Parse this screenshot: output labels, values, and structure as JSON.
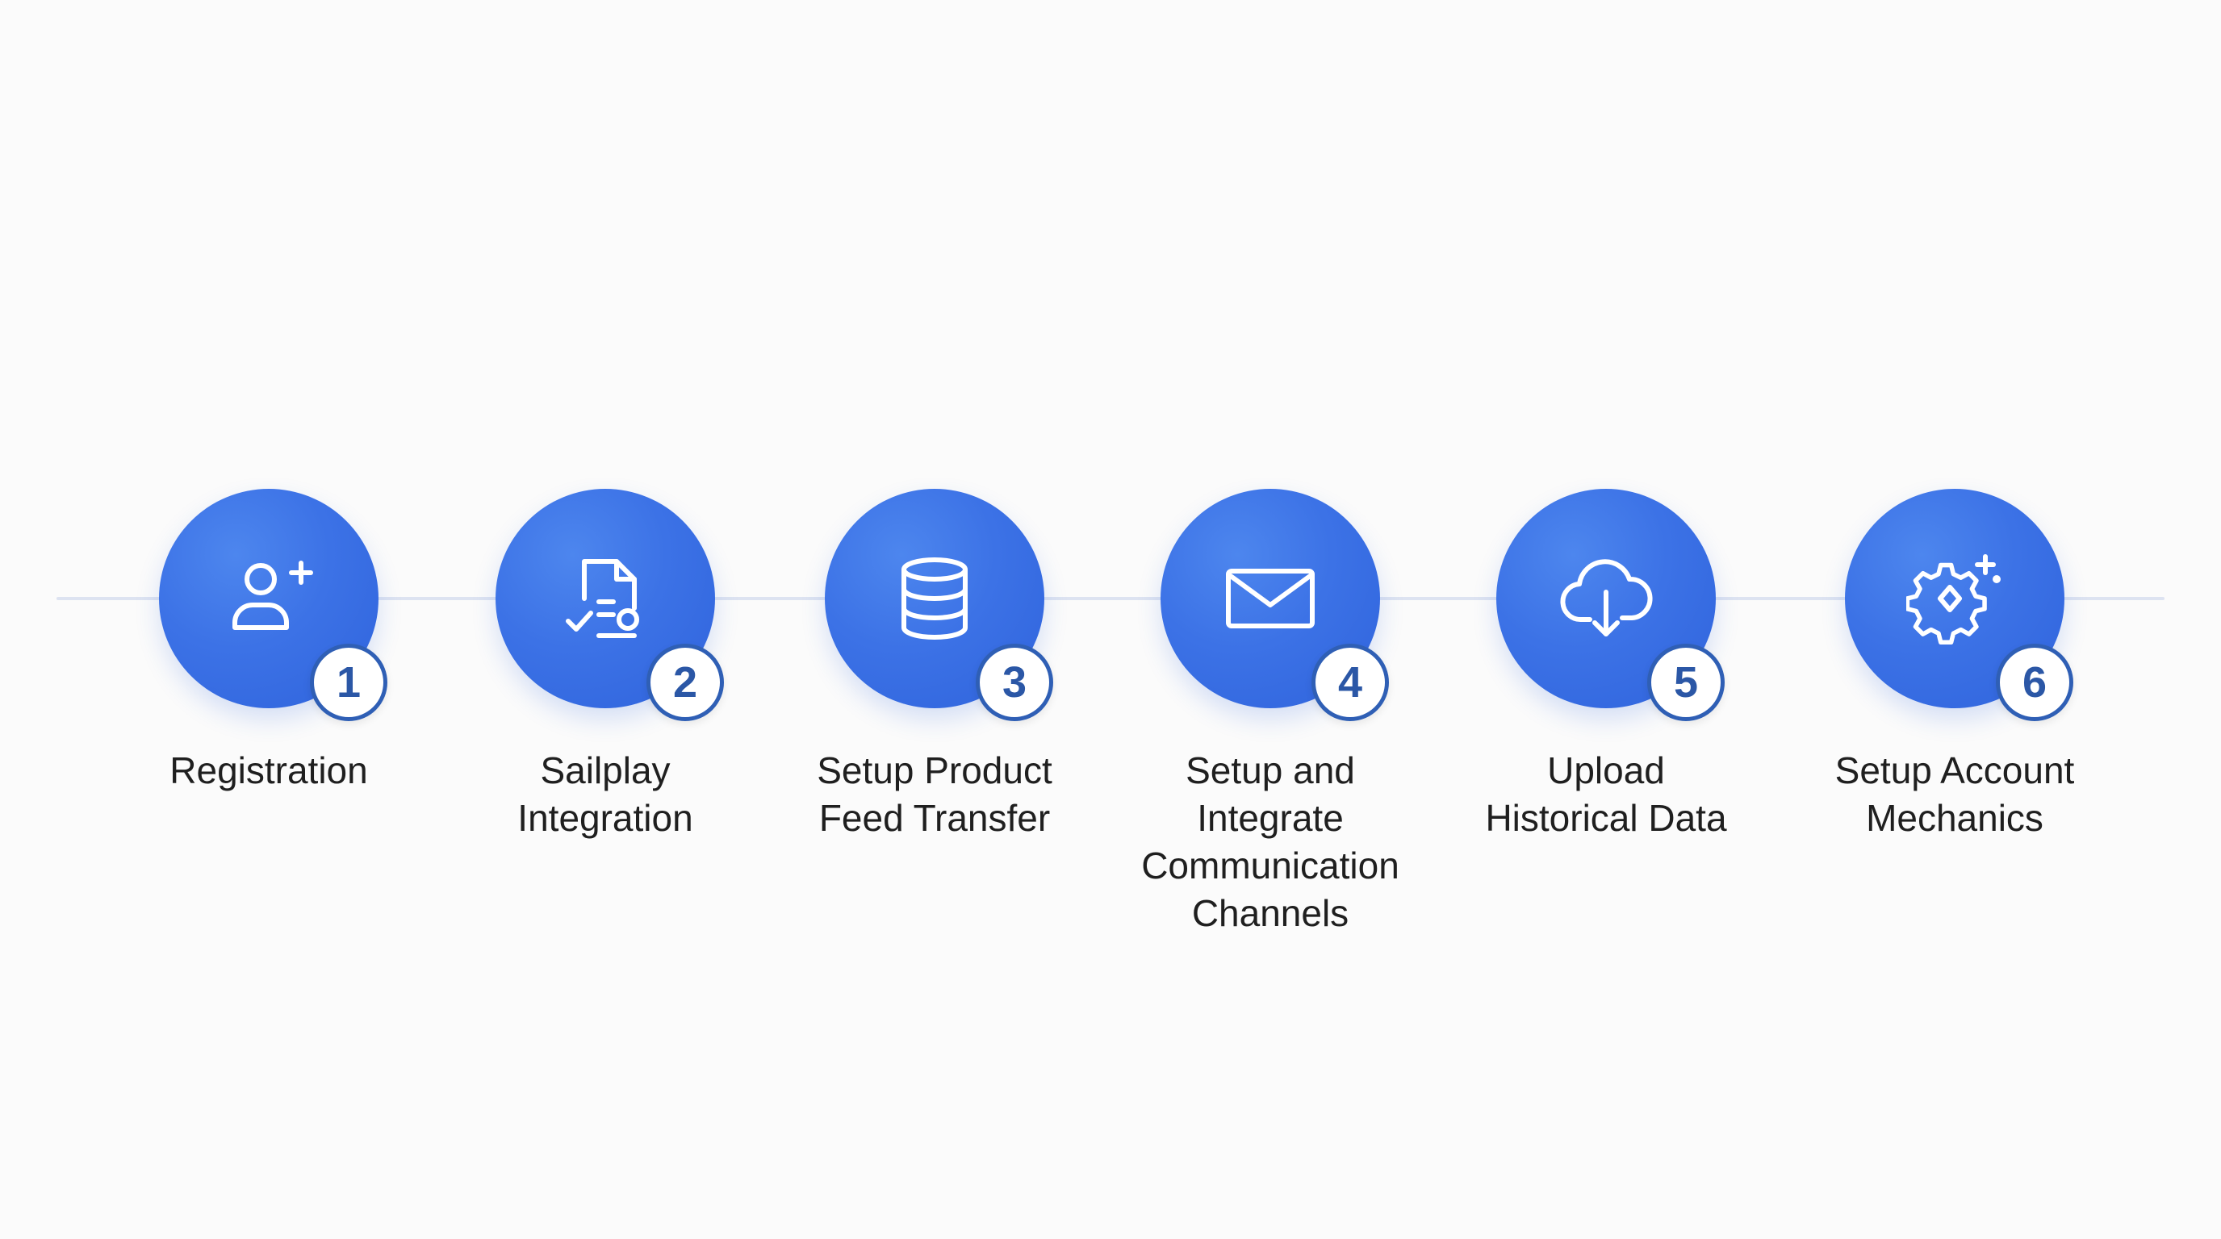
{
  "steps": [
    {
      "number": "1",
      "icon": "add-user-icon",
      "label_lines": [
        "Registration"
      ]
    },
    {
      "number": "2",
      "icon": "document-integration-icon",
      "label_lines": [
        "Sailplay",
        "Integration"
      ]
    },
    {
      "number": "3",
      "icon": "database-icon",
      "label_lines": [
        "Setup Product",
        "Feed Transfer"
      ]
    },
    {
      "number": "4",
      "icon": "envelope-icon",
      "label_lines": [
        "Setup and",
        "Integrate",
        "Communication",
        "Channels"
      ]
    },
    {
      "number": "5",
      "icon": "cloud-download-icon",
      "label_lines": [
        "Upload",
        "Historical Data"
      ]
    },
    {
      "number": "6",
      "icon": "gear-sparkle-icon",
      "label_lines": [
        "Setup Account",
        "Mechanics"
      ]
    }
  ],
  "colors": {
    "circle": "#3c72e6",
    "badge_border": "#2f5fb5",
    "badge_text": "#2b57a6",
    "line": "#dde3f1",
    "background": "#fbfbfb",
    "label_text": "#1f1f1f"
  }
}
